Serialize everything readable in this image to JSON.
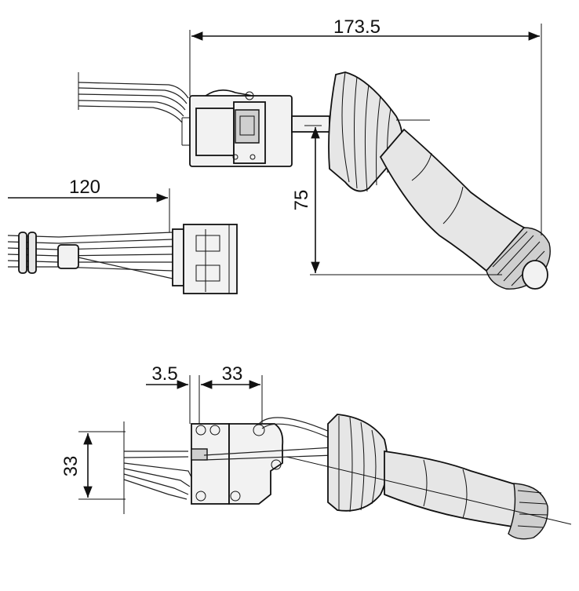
{
  "dimensions": {
    "overall_length": "173.5",
    "cable_length": "120",
    "lever_height": "75",
    "offset": "3.5",
    "body_width": "33",
    "body_height": "33"
  }
}
